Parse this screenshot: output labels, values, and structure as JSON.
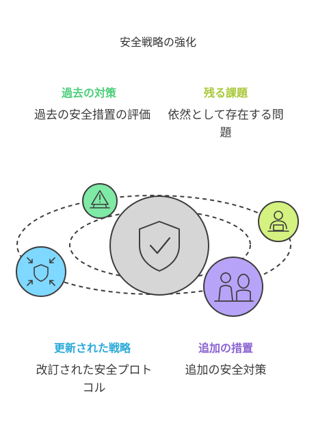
{
  "title": "安全戦略の強化",
  "sections": {
    "past": {
      "heading": "過去の対策",
      "description": "過去の安全措置の評価",
      "color": "#4ccf7a",
      "icon": "warning-ladder-icon"
    },
    "remaining": {
      "heading": "残る課題",
      "description": "依然として存在する問題",
      "color": "#a8c838",
      "icon": "person-desk-icon"
    },
    "updated": {
      "heading": "更新された戦略",
      "description": "改訂された安全プロトコル",
      "color": "#29a9d8",
      "icon": "shield-arrows-icon"
    },
    "additional": {
      "heading": "追加の措置",
      "description": "追加の安全対策",
      "color": "#8a63d2",
      "icon": "people-icon"
    }
  },
  "center_icon": "shield-check-icon",
  "colors": {
    "center_fill": "#d6d6d6",
    "past_fill": "#7fe9a6",
    "remaining_fill": "#d4f27f",
    "updated_fill": "#7fd8ff",
    "additional_fill": "#b7a3f7",
    "stroke": "#3c3c3c"
  }
}
